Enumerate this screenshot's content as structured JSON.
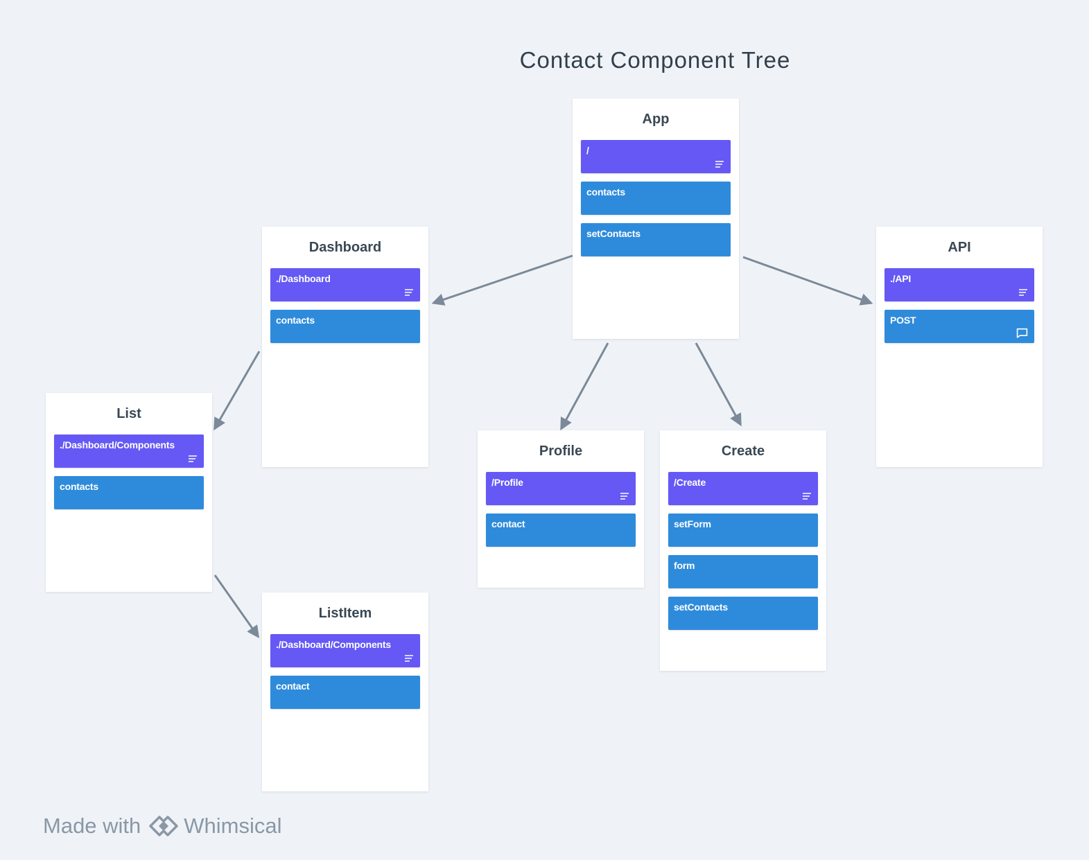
{
  "title": "Contact Component Tree",
  "colors": {
    "background": "#eff3f7",
    "path_card": "#6558f5",
    "prop_card": "#2e8bdb",
    "arrow": "#7b8998"
  },
  "boards": {
    "app": {
      "title": "App",
      "cards": [
        {
          "label": "/",
          "kind": "path",
          "icon": "notes-icon"
        },
        {
          "label": "contacts",
          "kind": "prop"
        },
        {
          "label": "setContacts",
          "kind": "prop"
        }
      ]
    },
    "dashboard": {
      "title": "Dashboard",
      "cards": [
        {
          "label": "./Dashboard",
          "kind": "path",
          "icon": "notes-icon"
        },
        {
          "label": "contacts",
          "kind": "prop"
        }
      ]
    },
    "api": {
      "title": "API",
      "cards": [
        {
          "label": "./API",
          "kind": "path",
          "icon": "notes-icon"
        },
        {
          "label": "POST",
          "kind": "prop",
          "icon": "comment-icon"
        }
      ]
    },
    "list": {
      "title": "List",
      "cards": [
        {
          "label": "./Dashboard/Components",
          "kind": "path",
          "icon": "notes-icon"
        },
        {
          "label": "contacts",
          "kind": "prop"
        }
      ]
    },
    "profile": {
      "title": "Profile",
      "cards": [
        {
          "label": "/Profile",
          "kind": "path",
          "icon": "notes-icon"
        },
        {
          "label": "contact",
          "kind": "prop"
        }
      ]
    },
    "create": {
      "title": "Create",
      "cards": [
        {
          "label": "/Create",
          "kind": "path",
          "icon": "notes-icon"
        },
        {
          "label": "setForm",
          "kind": "prop"
        },
        {
          "label": "form",
          "kind": "prop"
        },
        {
          "label": "setContacts",
          "kind": "prop"
        }
      ]
    },
    "listitem": {
      "title": "ListItem",
      "cards": [
        {
          "label": "./Dashboard/Components",
          "kind": "path",
          "icon": "notes-icon"
        },
        {
          "label": "contact",
          "kind": "prop"
        }
      ]
    }
  },
  "edges": [
    {
      "from": "App",
      "to": "Dashboard"
    },
    {
      "from": "App",
      "to": "API"
    },
    {
      "from": "App",
      "to": "Profile"
    },
    {
      "from": "App",
      "to": "Create"
    },
    {
      "from": "Dashboard",
      "to": "List"
    },
    {
      "from": "List",
      "to": "ListItem"
    }
  ],
  "footer": {
    "made_with": "Made with",
    "brand": "Whimsical",
    "logo_icon": "whimsical-logo-icon"
  }
}
